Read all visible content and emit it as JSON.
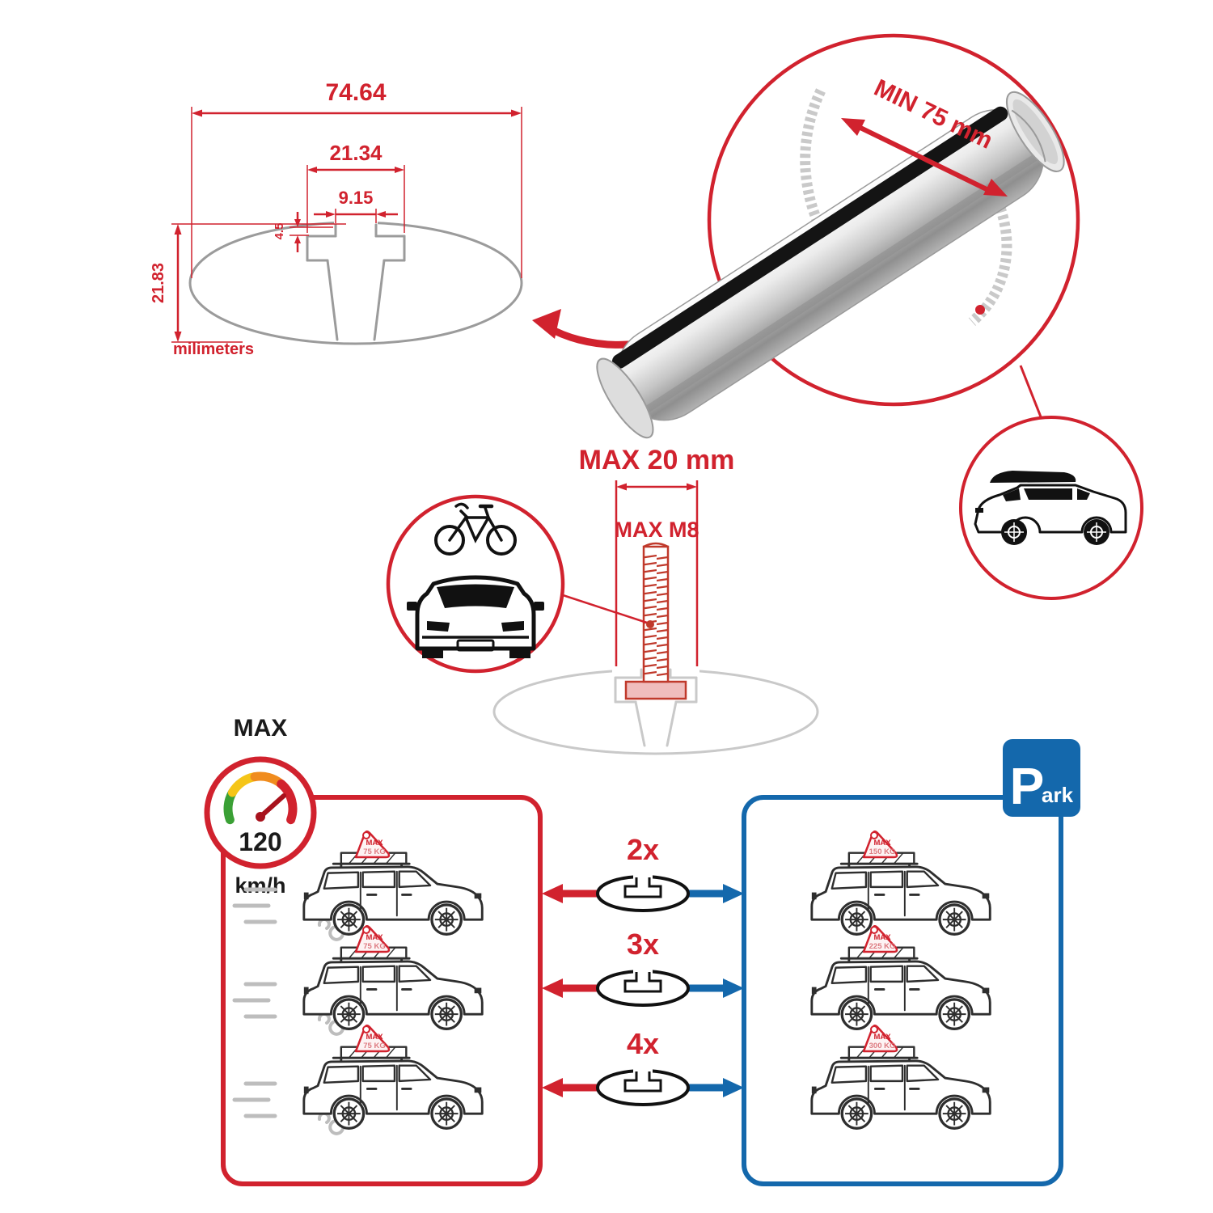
{
  "dimensions": {
    "total_width": "74.64",
    "channel_width": "21.34",
    "slot_width": "9.15",
    "lip_depth": "4.5",
    "total_height": "21.83",
    "units": "milimeters"
  },
  "bar_callout": {
    "min_span": "MIN 75 mm"
  },
  "bolt": {
    "max_width": "MAX 20 mm",
    "max_thread": "MAX M8"
  },
  "speed": {
    "label": "MAX",
    "value": "120",
    "unit": "km/h"
  },
  "parking_sign": {
    "letter": "P",
    "suffix": "ark"
  },
  "crossbar_options": [
    {
      "count": "2x",
      "moving_load_label": "MAX",
      "moving_load": "75 KG",
      "parked_load_label": "MAX",
      "parked_load": "150 KG"
    },
    {
      "count": "3x",
      "moving_load_label": "MAX",
      "moving_load": "75 KG",
      "parked_load_label": "MAX",
      "parked_load": "225 KG"
    },
    {
      "count": "4x",
      "moving_load_label": "MAX",
      "moving_load": "75 KG",
      "parked_load_label": "MAX",
      "parked_load": "300 KG"
    }
  ],
  "colors": {
    "red": "#d1222e",
    "blue": "#1468ac",
    "gray": "#c2c2c2",
    "ink": "#1a1a1a"
  }
}
